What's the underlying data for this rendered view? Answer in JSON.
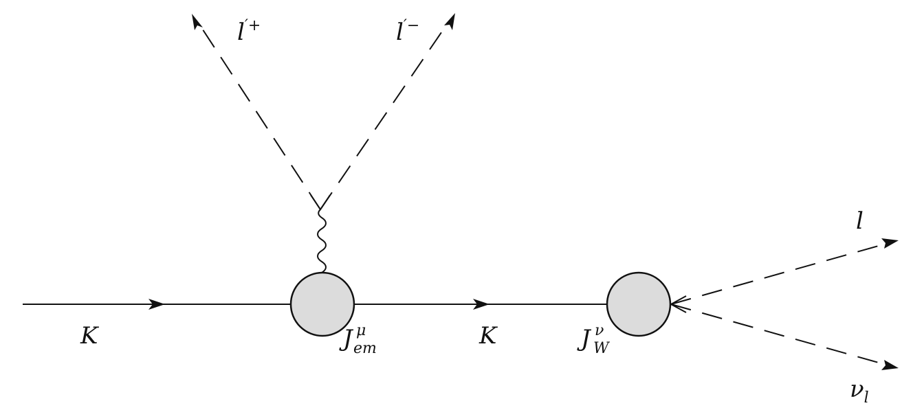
{
  "diagram": {
    "particles": {
      "kaon_in": "K",
      "kaon_mid": "K",
      "lepton_prime_plus": {
        "base": "l",
        "sup": "′+"
      },
      "lepton_prime_minus": {
        "base": "l",
        "sup": "′−"
      },
      "lepton_out": "l",
      "neutrino_out": {
        "base": "ν",
        "sub": "l"
      }
    },
    "vertices": {
      "em_current": {
        "base": "J",
        "sup": "μ",
        "sub": "em"
      },
      "weak_current": {
        "base": "J",
        "sup": "ν",
        "sub": "W"
      }
    },
    "colors": {
      "line": "#111111",
      "blob_fill": "#dcdcdc"
    }
  }
}
